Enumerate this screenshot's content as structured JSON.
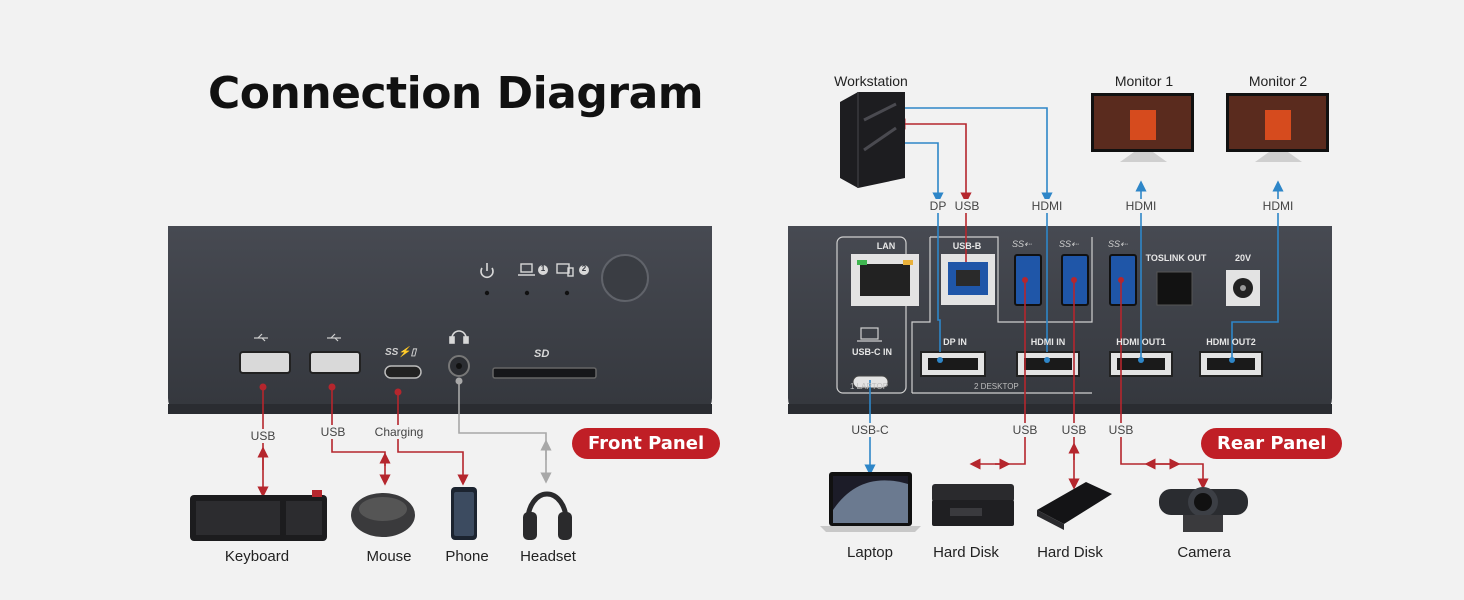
{
  "title": "Connection Diagram",
  "front_panel": {
    "badge": "Front Panel",
    "connections": [
      {
        "label": "USB",
        "device": "Keyboard",
        "icon": "keyboard-icon"
      },
      {
        "label": "USB",
        "device": "Mouse",
        "icon": "mouse-icon"
      },
      {
        "label": "Charging",
        "device": "Phone",
        "icon": "phone-icon"
      },
      {
        "device": "Headset",
        "icon": "headset-icon"
      }
    ],
    "indicator_marks": {
      "one": "1",
      "two": "2"
    }
  },
  "rear_panel": {
    "badge": "Rear Panel",
    "ports": {
      "lan": "LAN",
      "usb_b": "USB-B",
      "usb_c_in": "USB-C IN",
      "laptop_zone": "1 LAPTOP",
      "dp_in": "DP IN",
      "hdmi_in": "HDMI IN",
      "desktop_zone": "2 DESKTOP",
      "hdmi_out_1": "HDMI OUT1",
      "hdmi_out_2": "HDMI OUT2",
      "toslink": "TOSLINK OUT",
      "power": "20V"
    },
    "top_devices": [
      {
        "name": "Workstation",
        "icon": "workstation-icon"
      },
      {
        "name": "Monitor 1",
        "icon": "monitor-icon"
      },
      {
        "name": "Monitor 2",
        "icon": "monitor-icon"
      }
    ],
    "top_links": [
      "DP",
      "USB",
      "HDMI",
      "HDMI",
      "HDMI"
    ],
    "bottom_links": [
      "USB-C",
      "USB",
      "USB",
      "USB"
    ],
    "bottom_devices": [
      {
        "name": "Laptop",
        "icon": "laptop-icon"
      },
      {
        "name": "Hard Disk",
        "icon": "printer-icon"
      },
      {
        "name": "Hard Disk",
        "icon": "hard-disk-icon"
      },
      {
        "name": "Camera",
        "icon": "camera-icon"
      }
    ]
  },
  "colors": {
    "usb_link": "#b5262d",
    "video_link": "#2e86c8",
    "audio_link": "#a8a8a8",
    "badge": "#c01f26",
    "dock": "#3b3e45"
  }
}
